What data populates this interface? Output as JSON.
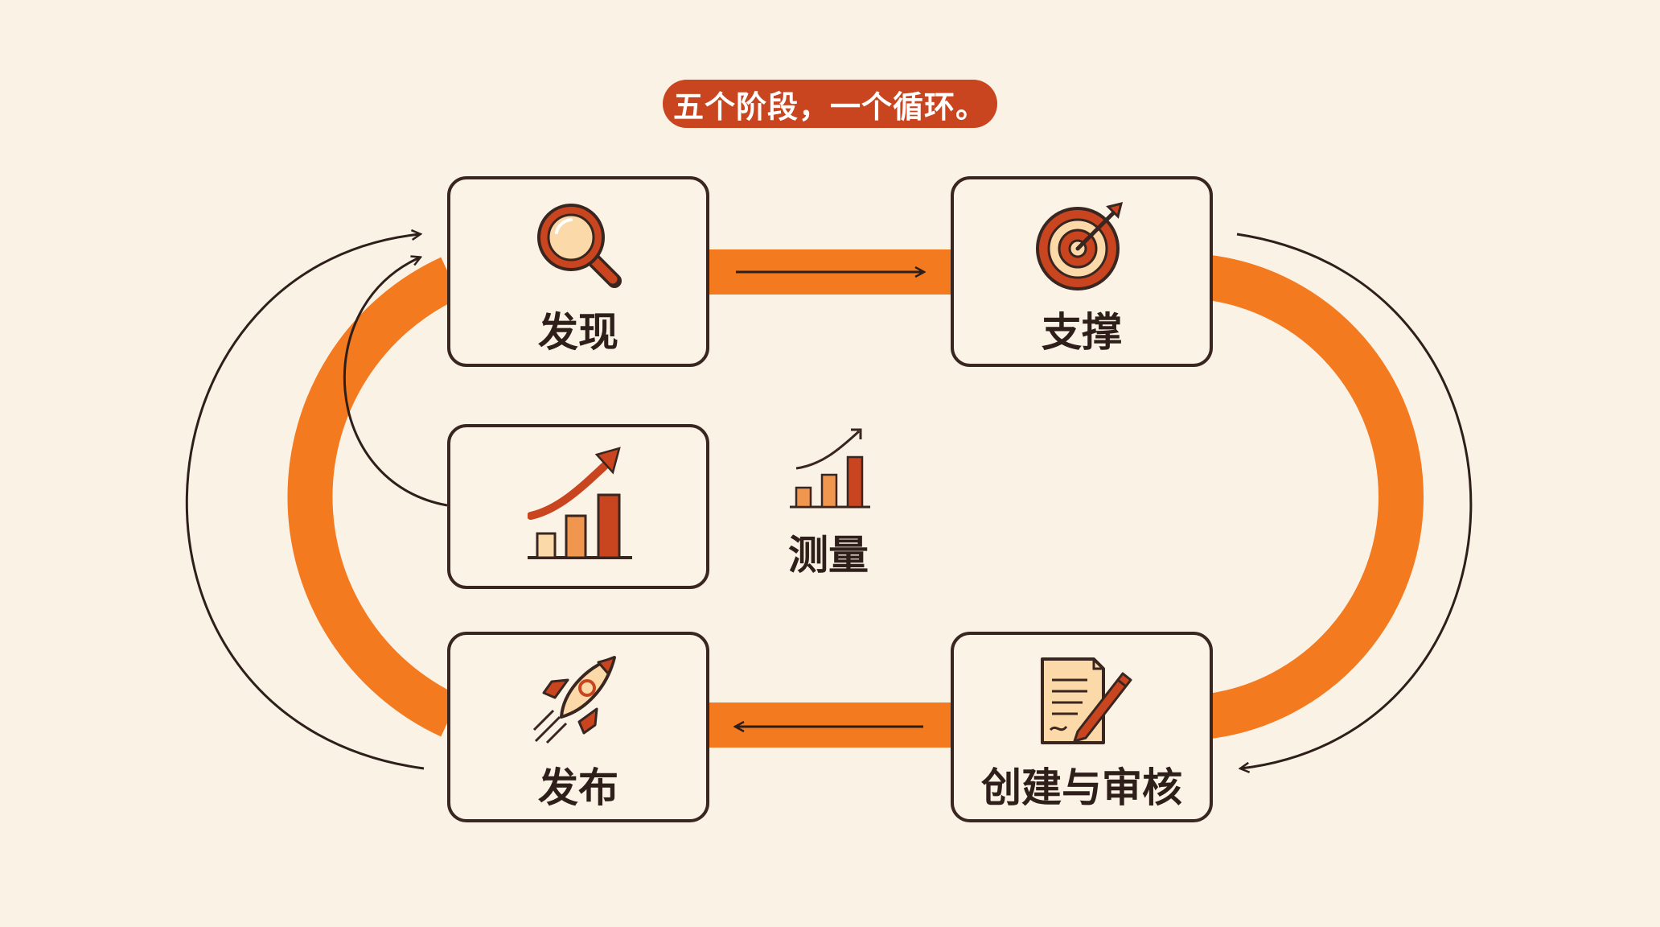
{
  "title": "五个阶段，一个循环。",
  "stages": {
    "discover": {
      "label": "发现",
      "icon": "magnifier-icon"
    },
    "support": {
      "label": "支撑",
      "icon": "target-icon"
    },
    "create_review": {
      "label": "创建与审核",
      "icon": "document-pen-icon"
    },
    "publish": {
      "label": "发布",
      "icon": "rocket-icon"
    },
    "measure": {
      "label": "测量",
      "icon": "growth-chart-icon"
    }
  },
  "colors": {
    "background": "#fbf2e6",
    "loop": "#f47a20",
    "accent": "#c8451f",
    "outline": "#3a2620"
  }
}
